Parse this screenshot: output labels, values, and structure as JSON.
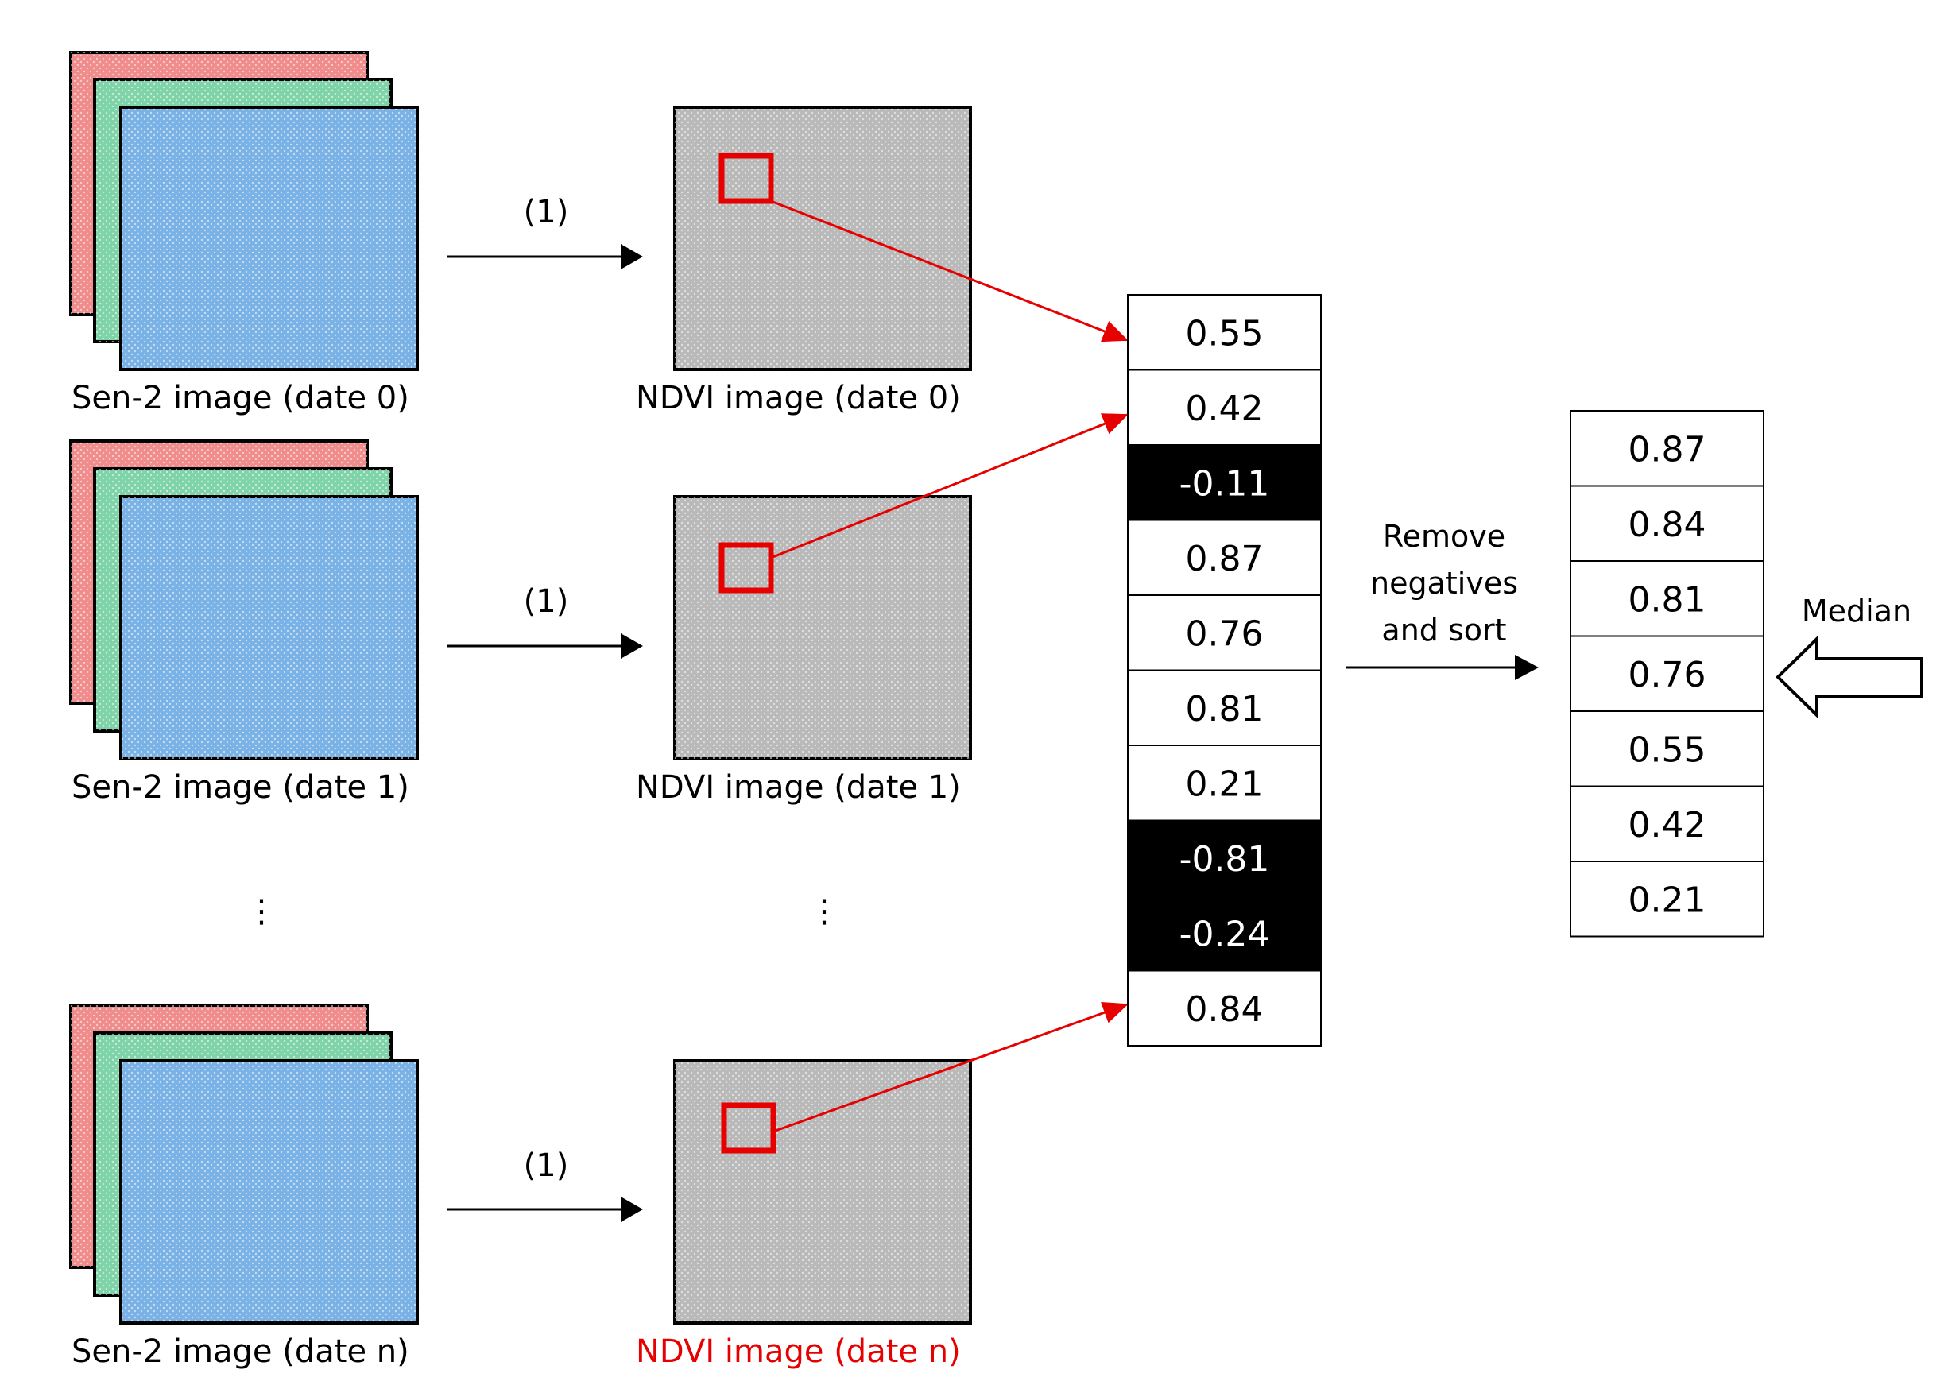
{
  "stacks": [
    {
      "label": "Sen-2 image (date 0)"
    },
    {
      "label": "Sen-2 image (date 1)"
    },
    {
      "label": "Sen-2 image (date n)"
    }
  ],
  "ndvi": [
    {
      "label": "NDVI image (date 0)"
    },
    {
      "label": "NDVI image (date 1)"
    },
    {
      "label": "NDVI image (date n)"
    }
  ],
  "step_label": "(1)",
  "ellipsis": "⋮",
  "pixel_values": [
    {
      "value": "0.55"
    },
    {
      "value": "0.42"
    },
    {
      "value": "-0.11",
      "negative": true
    },
    {
      "value": "0.87"
    },
    {
      "value": "0.76"
    },
    {
      "value": "0.81"
    },
    {
      "value": "0.21"
    },
    {
      "value": "-0.81",
      "negative": true
    },
    {
      "value": "-0.24",
      "negative": true
    },
    {
      "value": "0.84"
    }
  ],
  "transform": {
    "line1": "Remove",
    "line2": "negatives",
    "line3": "and sort"
  },
  "sorted_values": [
    "0.87",
    "0.84",
    "0.81",
    "0.76",
    "0.55",
    "0.42",
    "0.21"
  ],
  "median_label": "Median",
  "colors": {
    "red_band": "#f08c8c",
    "green_band": "#7fd3a8",
    "blue_band": "#7ab2e6",
    "ndvi_gray": "#b9b9b9",
    "highlight": "#e60000",
    "negative_cell": "#000000"
  }
}
